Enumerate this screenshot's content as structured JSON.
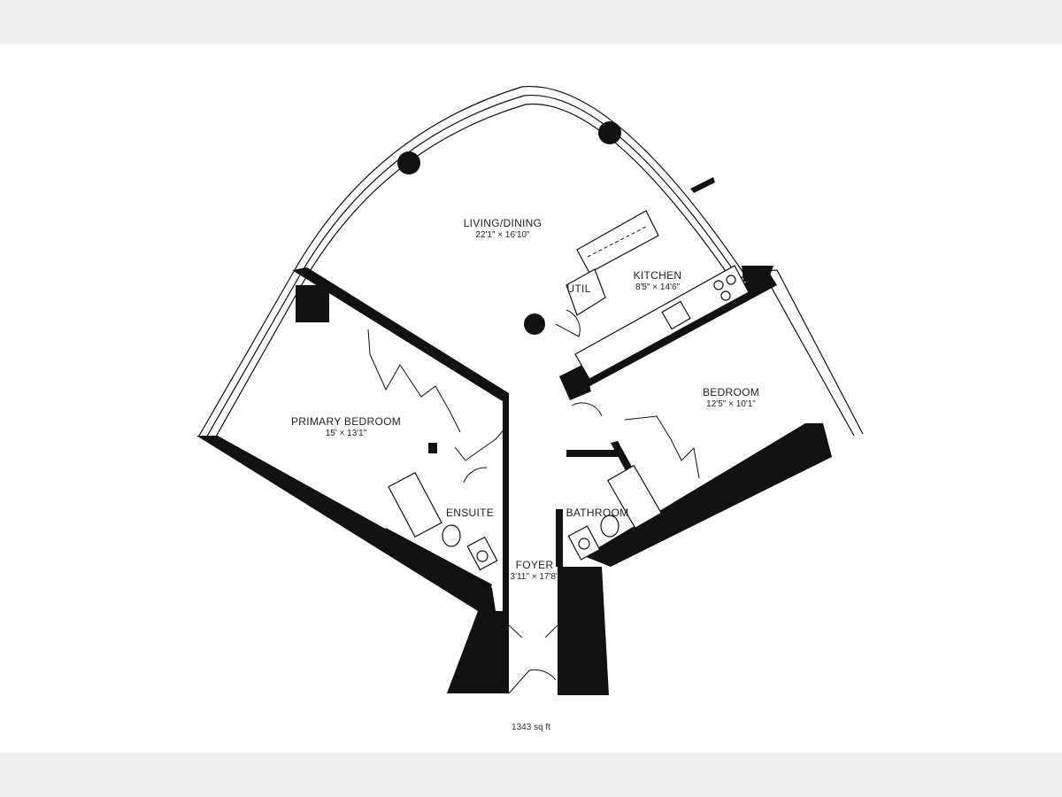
{
  "rooms": {
    "living": {
      "name": "LIVING/DINING",
      "dims": "22'1\" × 16'10\""
    },
    "kitchen": {
      "name": "KITCHEN",
      "dims": "8'5\" × 14'6\""
    },
    "util": {
      "name": "UTIL"
    },
    "primary_bedroom": {
      "name": "PRIMARY BEDROOM",
      "dims": "15' × 13'1\""
    },
    "bedroom": {
      "name": "BEDROOM",
      "dims": "12'5\" × 10'1\""
    },
    "ensuite": {
      "name": "ENSUITE"
    },
    "bathroom": {
      "name": "BATHROOM"
    },
    "foyer": {
      "name": "FOYER",
      "dims": "3'11\" × 17'8\""
    }
  },
  "total_area": "1343 sq ft"
}
